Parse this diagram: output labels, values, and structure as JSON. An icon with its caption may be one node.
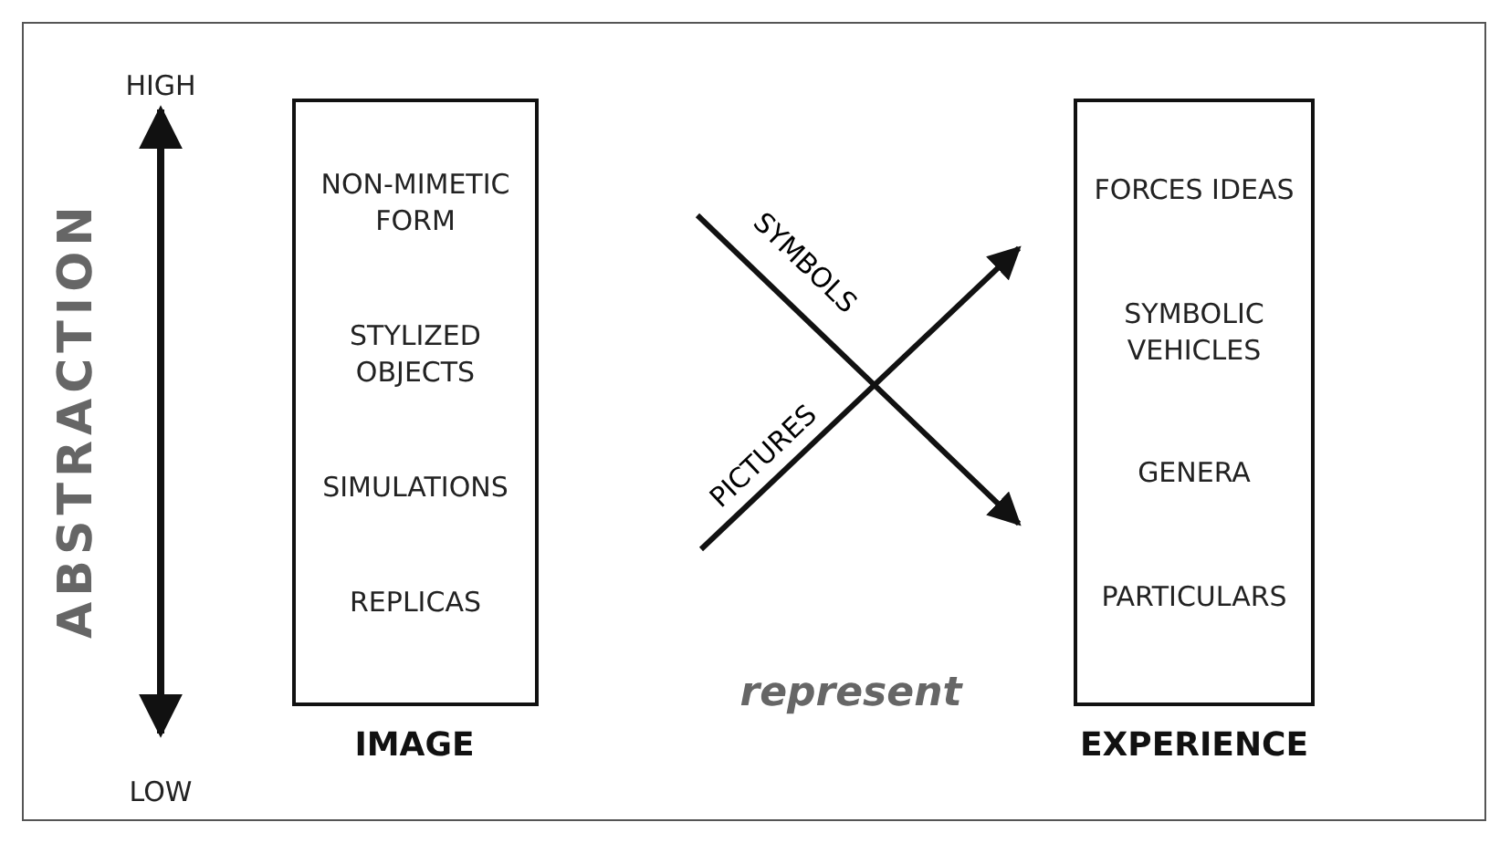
{
  "diagram": {
    "nodes": [
      {
        "text": [
          "NON-MIMETIC FORM",
          "STYLIZED OBJECTS",
          "SIMULATIONS",
          "REPLICAS",
          "IMAGE"
        ]
      },
      {
        "text": [
          "FORCES IDEAS",
          "SYMBOLIC VEHICLES",
          "GENERA",
          "PARTICULARS",
          "EXPERIENCE"
        ]
      }
    ],
    "edges": [
      {
        "from": null,
        "to": 1,
        "arrow": "to",
        "label": "SYMBOLS"
      },
      {
        "from": null,
        "to": 1,
        "arrow": "to",
        "label": "PICTURES"
      }
    ],
    "labels": [
      "HIGH",
      "ABSTRACTION",
      "represent",
      "LOW"
    ]
  }
}
